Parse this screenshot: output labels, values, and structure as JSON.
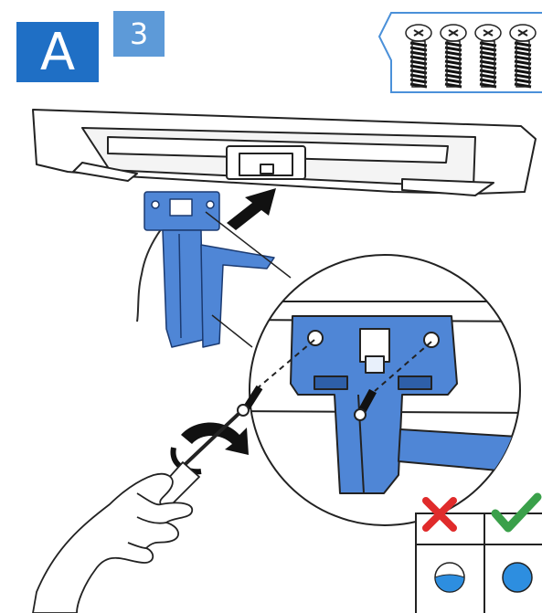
{
  "step": {
    "letter": "A",
    "number": "3"
  },
  "colors": {
    "step_letter_bg": "#1f6fc5",
    "step_number_bg": "#5d9ad8",
    "bracket_blue": "#4f86d6",
    "bracket_dark": "#2e5fa8",
    "check_green": "#3aa04a",
    "cross_red": "#e02b2b",
    "outline": "#222222",
    "box_border": "#4a90d9"
  },
  "parts": {
    "screw_count": 4
  },
  "icons": [
    "screw-icon",
    "rotate-arrow-icon",
    "push-arrow-icon",
    "cross-icon",
    "check-icon"
  ],
  "comparison": [
    {
      "verdict": "incorrect",
      "icon": "cross-icon",
      "fill_fraction": 0.5
    },
    {
      "verdict": "correct",
      "icon": "check-icon",
      "fill_fraction": 1.0
    }
  ]
}
